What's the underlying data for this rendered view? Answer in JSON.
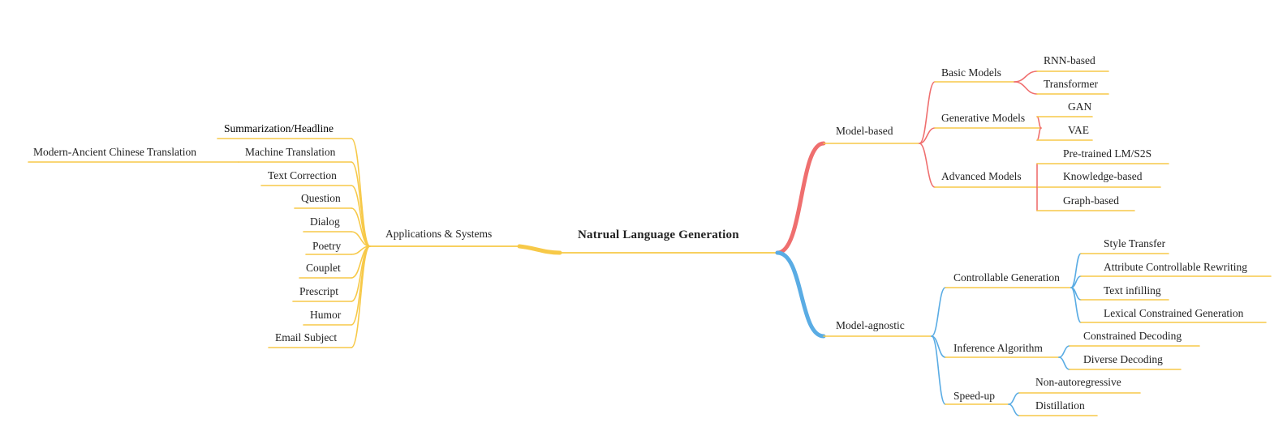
{
  "root": {
    "label": "Natrual Language Generation"
  },
  "colors": {
    "yellow": "#f7c948",
    "red": "#ef6f6f",
    "blue": "#5aace4"
  },
  "left": {
    "label": "Applications & Systems",
    "items": [
      "Summarization/Headline",
      "Machine Translation",
      "Text Correction",
      "Question",
      "Dialog",
      "Poetry",
      "Couplet",
      "Prescript",
      "Humor",
      "Email Subject"
    ],
    "sub": "Modern-Ancient Chinese Translation"
  },
  "model_based": {
    "label": "Model-based",
    "groups": [
      {
        "label": "Basic Models",
        "items": [
          "RNN-based",
          "Transformer"
        ]
      },
      {
        "label": "Generative Models",
        "items": [
          "GAN",
          "VAE"
        ]
      },
      {
        "label": "Advanced Models",
        "items": [
          "Pre-trained LM/S2S",
          "Knowledge-based",
          "Graph-based"
        ]
      }
    ]
  },
  "model_agnostic": {
    "label": "Model-agnostic",
    "groups": [
      {
        "label": "Controllable Generation",
        "items": [
          "Style Transfer",
          "Attribute Controllable Rewriting",
          "Text infilling",
          "Lexical Constrained Generation"
        ]
      },
      {
        "label": "Inference Algorithm",
        "items": [
          "Constrained Decoding",
          "Diverse Decoding"
        ]
      },
      {
        "label": "Speed-up",
        "items": [
          "Non-autoregressive",
          "Distillation"
        ]
      }
    ]
  }
}
